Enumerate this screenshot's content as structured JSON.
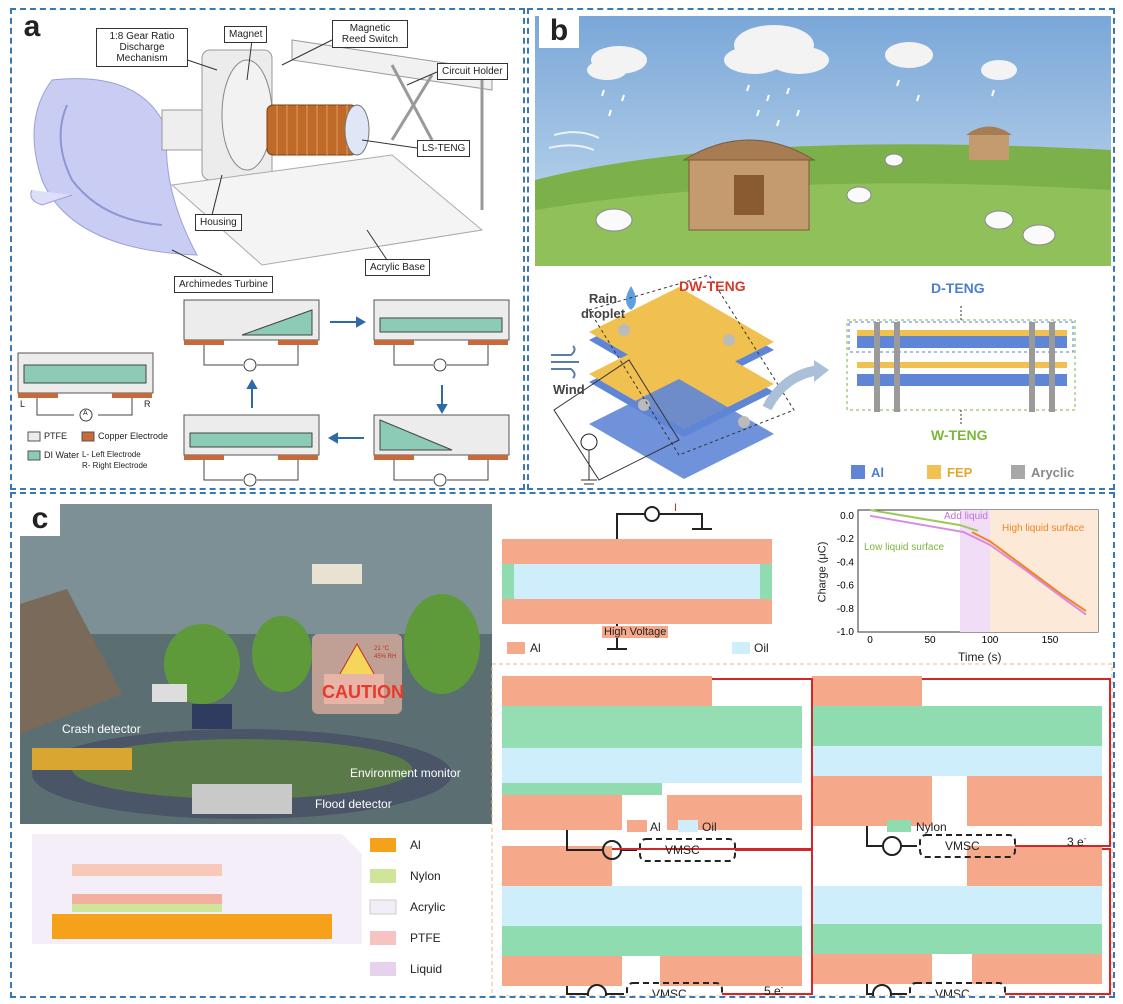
{
  "panels": {
    "a": "a",
    "b": "b",
    "c": "c"
  },
  "panel_a": {
    "callouts": [
      "1:8 Gear Ratio Discharge Mechanism",
      "Magnet",
      "Magnetic Reed Switch",
      "Circuit Holder",
      "LS-TENG",
      "Housing",
      "Acrylic Base",
      "Archimedes Turbine"
    ],
    "electrode_left": "L",
    "electrode_right": "R",
    "ammeter": "A",
    "legend": {
      "ptfe": "PTFE",
      "copper": "Copper Electrode",
      "di_water": "DI Water",
      "left_electrode": "L- Left Electrode",
      "right_electrode": "R- Right Electrode"
    },
    "colors": {
      "water": "#8ccbb5",
      "copper": "#c8693a",
      "ptfe": "#ececec"
    }
  },
  "panel_b": {
    "rain_droplet": "Rain droplet",
    "wind": "Wind",
    "dw_teng": "DW-TENG",
    "d_teng": "D-TENG",
    "w_teng": "W-TENG",
    "legend": {
      "al": "Al",
      "fep": "FEP",
      "acrylic": "Aryclic"
    },
    "colors": {
      "al": "#5f86d6",
      "fep": "#f0c050",
      "acrylic": "#a8a8a8",
      "dw_title": "#d33a2a",
      "d_title": "#4a7fd0",
      "w_title": "#7ab83a"
    }
  },
  "panel_c": {
    "scene": {
      "crash_detector": "Crash detector",
      "environment_monitor": "Environment monitor",
      "flood_detector": "Flood detector",
      "caution": "CAUTION",
      "sign_temp": "21 °C",
      "sign_rh": "45% RH"
    },
    "schematic_legend": {
      "al": "Al",
      "oil": "Oil",
      "high_voltage": "High Voltage",
      "current": "I"
    },
    "layers_legend": [
      "Al",
      "Nylon",
      "Acrylic",
      "PTFE",
      "Liquid"
    ],
    "process_legend": {
      "al": "Al",
      "oil": "Oil",
      "nylon": "Nylon"
    },
    "vmsc": "VMSC",
    "electrons_3": "3",
    "electrons_5": "5",
    "electron_symbol": "e",
    "electron_charge": "-",
    "colors": {
      "al": "#f5a98a",
      "oil": "#cdeefa",
      "nylon": "#8fdcb0",
      "plus": "#e8232a",
      "wire": "#d0282a"
    }
  },
  "chart_data": {
    "type": "line",
    "xlabel": "Time (s)",
    "ylabel": "Charge (μC)",
    "xlim": [
      -10,
      190
    ],
    "ylim": [
      -1.0,
      0.05
    ],
    "xticks": [
      0,
      50,
      100,
      150
    ],
    "yticks": [
      0.0,
      -0.2,
      -0.4,
      -0.6,
      -0.8,
      -1.0
    ],
    "annotations": [
      "Low liquid surface",
      "Add liquid",
      "High liquid surface"
    ],
    "series": [
      {
        "color": "#9cc95a",
        "x": [
          0,
          75,
          90
        ],
        "y": [
          0.05,
          -0.08,
          -0.13
        ]
      },
      {
        "color": "#d98ae6",
        "x": [
          0,
          78,
          100,
          130,
          160,
          180
        ],
        "y": [
          0.0,
          -0.14,
          -0.25,
          -0.47,
          -0.7,
          -0.85
        ]
      },
      {
        "color": "#f0851f",
        "x": [
          85,
          100,
          130,
          160,
          180
        ],
        "y": [
          -0.14,
          -0.22,
          -0.45,
          -0.68,
          -0.82
        ]
      }
    ]
  }
}
